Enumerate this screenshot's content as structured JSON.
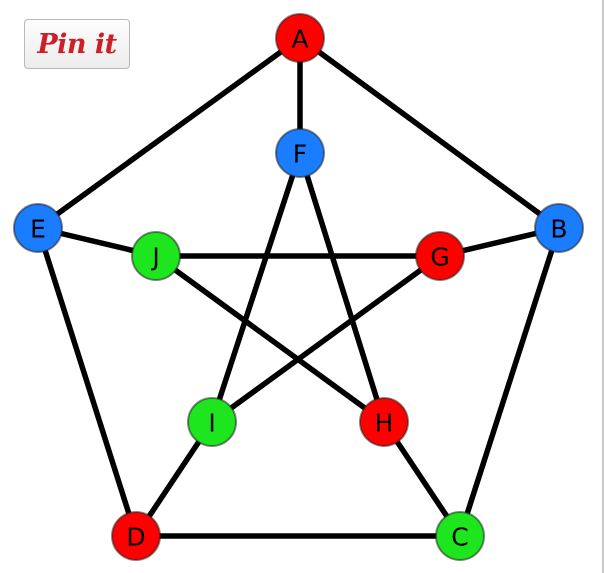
{
  "pin_button": {
    "label": "Pin it"
  },
  "colors": {
    "red": "#ff0000",
    "blue": "#1a7cff",
    "green": "#1ee61e",
    "edge": "#000000"
  },
  "graph": {
    "nodes": [
      {
        "id": "A",
        "label": "A",
        "color": "red"
      },
      {
        "id": "B",
        "label": "B",
        "color": "blue"
      },
      {
        "id": "C",
        "label": "C",
        "color": "green"
      },
      {
        "id": "D",
        "label": "D",
        "color": "red"
      },
      {
        "id": "E",
        "label": "E",
        "color": "blue"
      },
      {
        "id": "F",
        "label": "F",
        "color": "blue"
      },
      {
        "id": "G",
        "label": "G",
        "color": "red"
      },
      {
        "id": "H",
        "label": "H",
        "color": "red"
      },
      {
        "id": "I",
        "label": "I",
        "color": "green"
      },
      {
        "id": "J",
        "label": "J",
        "color": "green"
      }
    ],
    "edges": [
      [
        "A",
        "B"
      ],
      [
        "B",
        "C"
      ],
      [
        "C",
        "D"
      ],
      [
        "D",
        "E"
      ],
      [
        "E",
        "A"
      ],
      [
        "A",
        "F"
      ],
      [
        "B",
        "G"
      ],
      [
        "C",
        "H"
      ],
      [
        "D",
        "I"
      ],
      [
        "E",
        "J"
      ],
      [
        "F",
        "H"
      ],
      [
        "F",
        "I"
      ],
      [
        "G",
        "I"
      ],
      [
        "G",
        "J"
      ],
      [
        "H",
        "J"
      ]
    ]
  }
}
